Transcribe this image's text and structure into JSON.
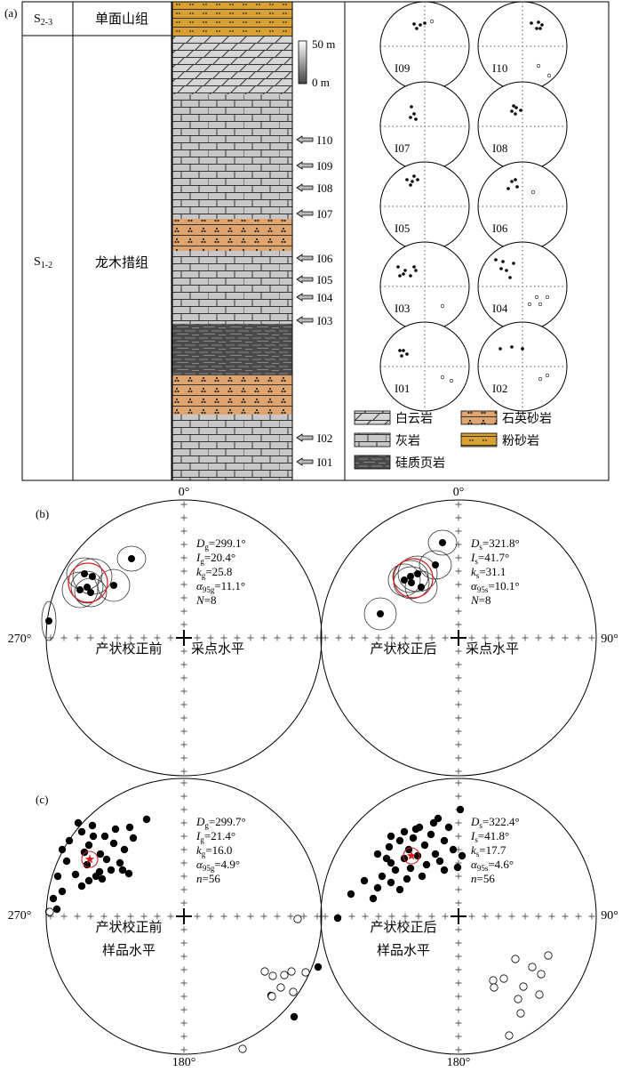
{
  "panel_labels": {
    "a": "(a)",
    "b": "(b)",
    "c": "(c)"
  },
  "strat_table": {
    "upper": {
      "series": "S",
      "series_sub": "2-3",
      "formation": "单面山组"
    },
    "lower": {
      "series": "S",
      "series_sub": "1-2",
      "formation": "龙木措组"
    }
  },
  "scale_bar": {
    "top": "50 m",
    "bottom": "0 m"
  },
  "sites": [
    "I10",
    "I09",
    "I08",
    "I07",
    "I06",
    "I05",
    "I04",
    "I03",
    "I02",
    "I01"
  ],
  "stereo_grid": [
    {
      "left": "I09",
      "right": "I10"
    },
    {
      "left": "I07",
      "right": "I08"
    },
    {
      "left": "I05",
      "right": "I06"
    },
    {
      "left": "I03",
      "right": "I04"
    },
    {
      "left": "I01",
      "right": "I02"
    }
  ],
  "legend": {
    "dolomite": "白云岩",
    "limestone": "灰岩",
    "siliceous_shale": "硅质页岩",
    "quartz_sandstone": "石英砂岩",
    "siltstone": "粉砂岩"
  },
  "colors": {
    "sandstone": "#e0a46e",
    "siltstone": "#d9a033",
    "shale": "#4a4a4a",
    "mean_circle": "#d22020",
    "star": "#d22020"
  },
  "nets": {
    "north": "0°",
    "south": "180°",
    "west": "270°",
    "east": "90°",
    "b_left": {
      "D_pre": "D",
      "D_sub": "g",
      "D_val": "=299.1°",
      "I_pre": "I",
      "I_sub": "g",
      "I_val": "=20.4°",
      "k_pre": "k",
      "k_sub": "g",
      "k_val": "=25.8",
      "a_pre": "α",
      "a_sub": "95g",
      "a_val": "=11.1°",
      "N_pre": "N",
      "N_val": "=8",
      "caption1": "产状校正前",
      "caption2": "采点水平"
    },
    "b_right": {
      "D_pre": "D",
      "D_sub": "s",
      "D_val": "=321.8°",
      "I_pre": "I",
      "I_sub": "s",
      "I_val": "=41.7°",
      "k_pre": "k",
      "k_sub": "s",
      "k_val": "=31.1",
      "a_pre": "α",
      "a_sub": "95s",
      "a_val": "=10.1°",
      "N_pre": "N",
      "N_val": "=8",
      "caption1": "产状校正后",
      "caption2": "采点水平"
    },
    "c_left": {
      "D_pre": "D",
      "D_sub": "g",
      "D_val": "=299.7°",
      "I_pre": "I",
      "I_sub": "g",
      "I_val": "=21.4°",
      "k_pre": "k",
      "k_sub": "g",
      "k_val": "=16.0",
      "a_pre": "α",
      "a_sub": "95g",
      "a_val": "=4.9°",
      "N_pre": "n",
      "N_val": "=56",
      "caption1": "产状校正前",
      "caption2": "样品水平"
    },
    "c_right": {
      "D_pre": "D",
      "D_sub": "s",
      "D_val": "=322.4°",
      "I_pre": "I",
      "I_sub": "s",
      "I_val": "=41.8°",
      "k_pre": "k",
      "k_sub": "s",
      "k_val": "=17.7",
      "a_pre": "α",
      "a_sub": "95s",
      "a_val": "=4.6°",
      "N_pre": "n",
      "N_val": "=56",
      "caption1": "产状校正后",
      "caption2": "样品水平"
    }
  }
}
